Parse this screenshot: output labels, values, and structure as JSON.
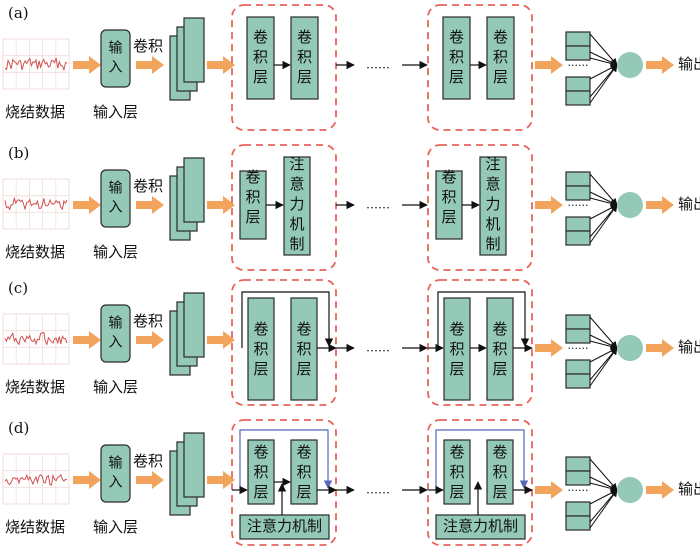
{
  "colors": {
    "block_fill": "#93c9b6",
    "block_stroke": "#2a2a2a",
    "dashed_box": "#e8645a",
    "orange_arrow": "#f2a45c",
    "skip_blue": "#5566bb",
    "chart_line": "#d05050",
    "chart_grid": "#f0dcdc"
  },
  "common": {
    "data_label": "烧结数据",
    "input_block": "输入",
    "input_layer_label": "输入层",
    "conv_label": "卷积",
    "ellipsis": "……",
    "fc_ellipsis": "······",
    "output_label": "输出",
    "conv_layer": "卷积层",
    "attention": "注意力机制"
  },
  "panels": [
    {
      "id": "a",
      "label": "(a)",
      "variant": "cnn"
    },
    {
      "id": "b",
      "label": "(b)",
      "variant": "conv-attention"
    },
    {
      "id": "c",
      "label": "(c)",
      "variant": "residual"
    },
    {
      "id": "d",
      "label": "(d)",
      "variant": "residual-attention"
    }
  ]
}
